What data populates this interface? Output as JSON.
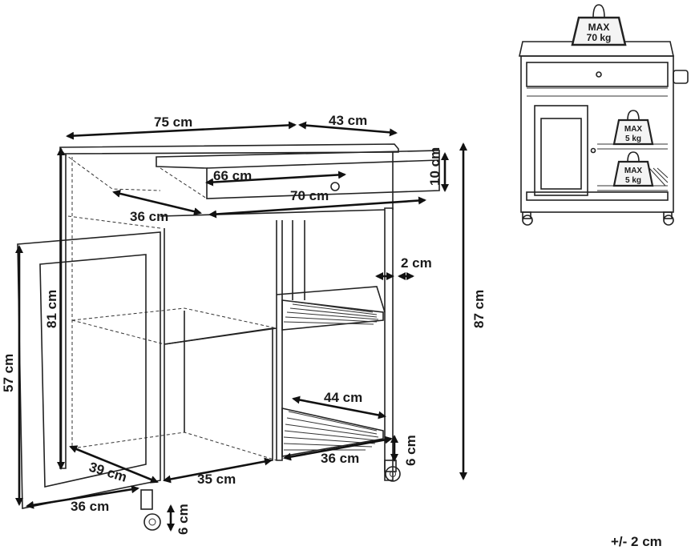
{
  "dimensions": {
    "top_width": "75 cm",
    "drawer_depth": "43 cm",
    "drawer_height": "10 cm",
    "drawer_inner_width": "66 cm",
    "drawer_width": "70 cm",
    "top_depth": "36 cm",
    "frame_thickness": "2 cm",
    "total_height": "87 cm",
    "cabinet_height": "81 cm",
    "door_height": "57 cm",
    "shelf_width": "44 cm",
    "bottom_shelf_width": "36 cm",
    "castor_height_right": "6 cm",
    "cabinet_inner_depth": "39 cm",
    "cabinet_width": "35 cm",
    "base_depth": "36 cm",
    "castor_height_left": "6 cm"
  },
  "load_labels": {
    "top": {
      "line1": "MAX",
      "line2": "70 kg"
    },
    "shelf_upper": {
      "line1": "MAX",
      "line2": "5 kg"
    },
    "shelf_lower": {
      "line1": "MAX",
      "line2": "5 kg"
    }
  },
  "tolerance": "+/- 2 cm"
}
